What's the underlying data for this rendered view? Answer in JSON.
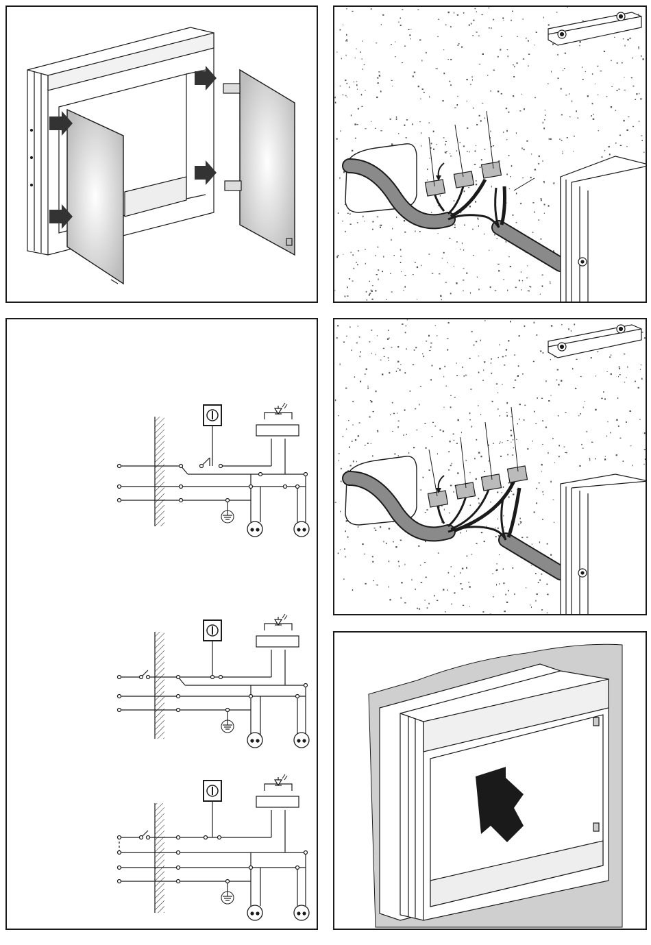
{
  "document": {
    "title": "",
    "panels": [
      {
        "id": "step-remove-doors",
        "caption": ""
      },
      {
        "id": "step-connect-three-wires",
        "caption": ""
      },
      {
        "id": "step-wiring-diagrams",
        "caption": ""
      },
      {
        "id": "step-connect-four-wires",
        "caption": ""
      },
      {
        "id": "step-insert-cabinet",
        "caption": ""
      }
    ]
  },
  "icons": {
    "arrow": "arrow-icon",
    "switch": "switch-symbol-icon",
    "ground": "ground-symbol-icon",
    "led": "led-symbol-icon",
    "socket": "socket-symbol-icon",
    "wago_clamp": "connector-clamp-icon"
  },
  "colors": {
    "line": "#1a1a1a",
    "arrow": "#333333",
    "mirror": "#d9d9d9",
    "cable_sheath": "#8a8a8a",
    "wall": "#cfcfcf"
  }
}
